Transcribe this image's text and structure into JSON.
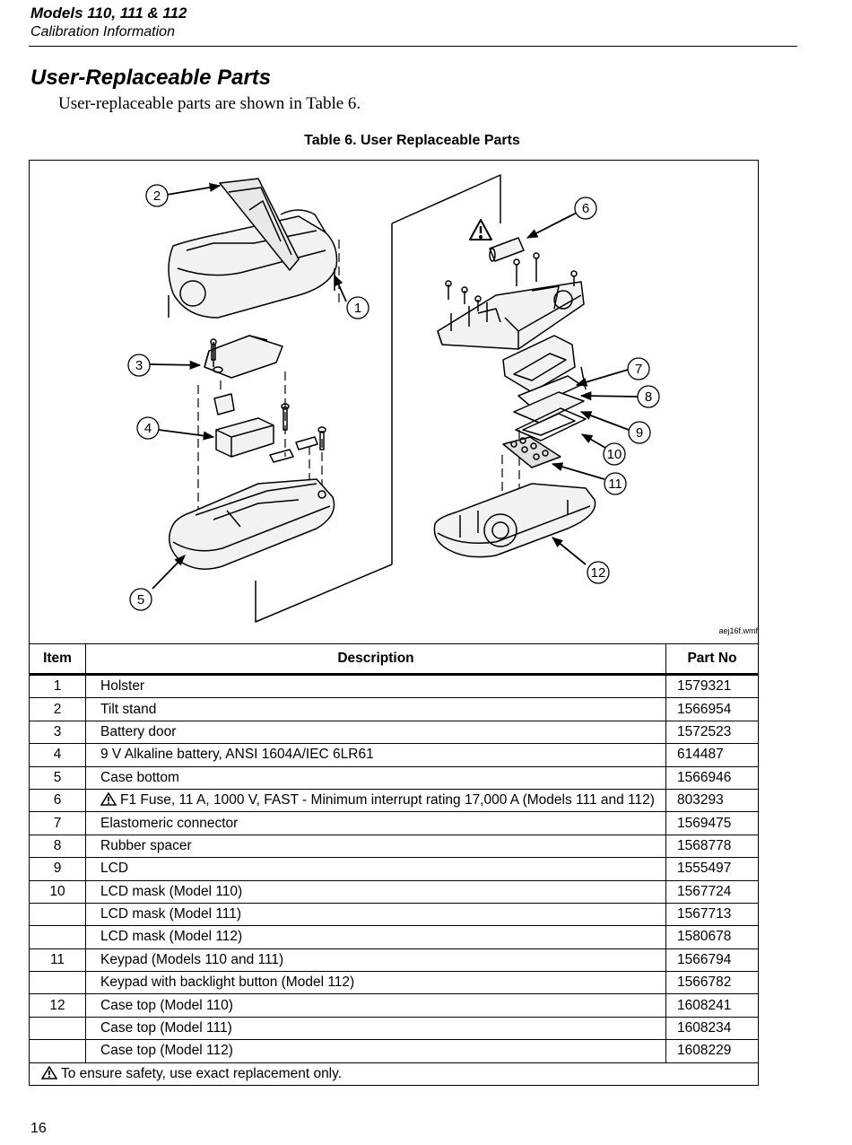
{
  "header": {
    "title": "Models 110, 111 & 112",
    "subtitle": "Calibration Information"
  },
  "section": {
    "title": "User-Replaceable Parts",
    "intro": "User-replaceable parts are shown in Table 6."
  },
  "table": {
    "caption": "Table 6. User Replaceable Parts",
    "figure_label": "aej16f.wmf",
    "figure_callouts": [
      "1",
      "2",
      "3",
      "4",
      "5",
      "6",
      "7",
      "8",
      "9",
      "10",
      "11",
      "12"
    ],
    "headers": {
      "item": "Item",
      "description": "Description",
      "part_no": "Part No"
    },
    "rows": [
      {
        "item": "1",
        "description": "Holster",
        "part_no": "1579321"
      },
      {
        "item": "2",
        "description": "Tilt stand",
        "part_no": "1566954"
      },
      {
        "item": "3",
        "description": "Battery door",
        "part_no": "1572523"
      },
      {
        "item": "4",
        "description": "9 V Alkaline battery, ANSI 1604A/IEC 6LR61",
        "part_no": "614487"
      },
      {
        "item": "5",
        "description": "Case bottom",
        "part_no": "1566946"
      },
      {
        "item": "6",
        "description": "F1 Fuse, 11 A, 1000 V, FAST - Minimum interrupt rating 17,000 A (Models 111 and 112)",
        "part_no": "803293",
        "warning": true
      },
      {
        "item": "7",
        "description": "Elastomeric connector",
        "part_no": "1569475"
      },
      {
        "item": "8",
        "description": "Rubber spacer",
        "part_no": "1568778"
      },
      {
        "item": "9",
        "description": "LCD",
        "part_no": "1555497"
      },
      {
        "item": "10",
        "description": "LCD mask (Model 110)",
        "part_no": "1567724"
      },
      {
        "item": "",
        "description": "LCD mask (Model 111)",
        "part_no": "1567713"
      },
      {
        "item": "",
        "description": "LCD mask (Model 112)",
        "part_no": "1580678"
      },
      {
        "item": "11",
        "description": "Keypad (Models 110 and 111)",
        "part_no": "1566794"
      },
      {
        "item": "",
        "description": "Keypad with backlight button (Model 112)",
        "part_no": "1566782"
      },
      {
        "item": "12",
        "description": "Case top (Model 110)",
        "part_no": "1608241"
      },
      {
        "item": "",
        "description": "Case top (Model 111)",
        "part_no": "1608234"
      },
      {
        "item": "",
        "description": "Case top (Model 112)",
        "part_no": "1608229"
      }
    ],
    "footnote": "To ensure safety, use exact replacement only."
  },
  "page_number": "16"
}
